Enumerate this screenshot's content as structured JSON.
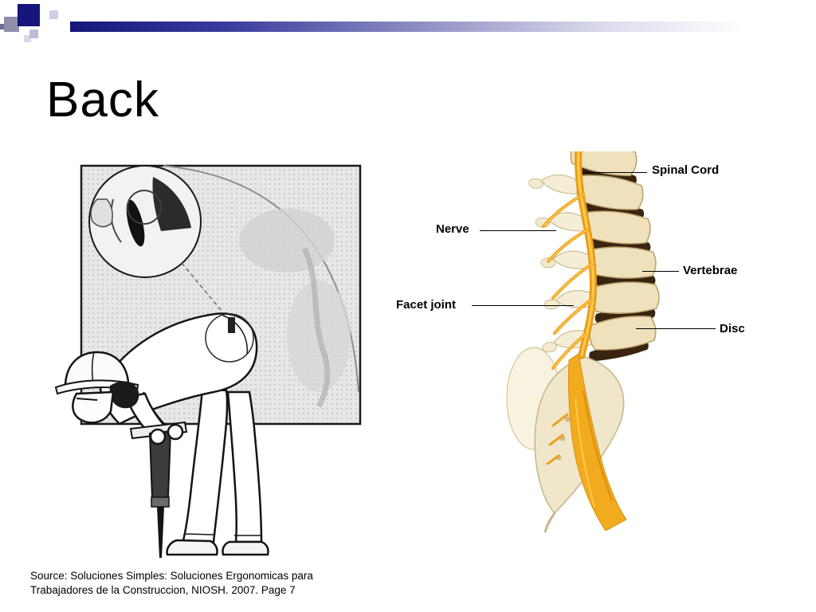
{
  "slide": {
    "title": "Back",
    "source": {
      "line1": "Source: Soluciones Simples: Soluciones Ergonomicas para",
      "line2": "Trabajadores de la Construccion, NIOSH. 2007. Page 7"
    }
  },
  "spine_diagram": {
    "labels": {
      "spinal_cord": "Spinal Cord",
      "nerve": "Nerve",
      "vertebrae": "Vertebrae",
      "facet_joint": "Facet joint",
      "disc": "Disc"
    }
  },
  "theme": {
    "accent_navy": "#15157b",
    "decor_gray": "#8f8fa9",
    "decor_light": "#cecee4",
    "bone_cream": "#eee1bb",
    "disc_brown": "#3a2410",
    "nerve_yellow": "#eda11c"
  }
}
